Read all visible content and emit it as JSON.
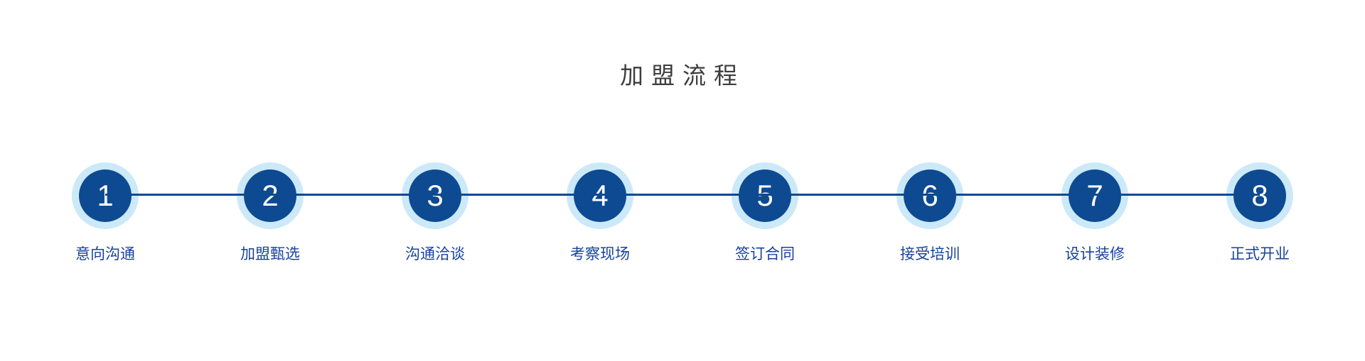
{
  "title": "加盟流程",
  "colors": {
    "background": "#ffffff",
    "title_text": "#3d3d3d",
    "circle_fill": "#0d4a91",
    "halo_fill": "#cce9f9",
    "connector_line": "#0d4a91",
    "step_number_text": "#ffffff",
    "step_label_text": "#17429a"
  },
  "steps": [
    {
      "number": "1",
      "label": "意向沟通"
    },
    {
      "number": "2",
      "label": "加盟甄选"
    },
    {
      "number": "3",
      "label": "沟通洽谈"
    },
    {
      "number": "4",
      "label": "考察现场"
    },
    {
      "number": "5",
      "label": "签订合同"
    },
    {
      "number": "6",
      "label": "接受培训"
    },
    {
      "number": "7",
      "label": "设计装修"
    },
    {
      "number": "8",
      "label": "正式开业"
    }
  ]
}
